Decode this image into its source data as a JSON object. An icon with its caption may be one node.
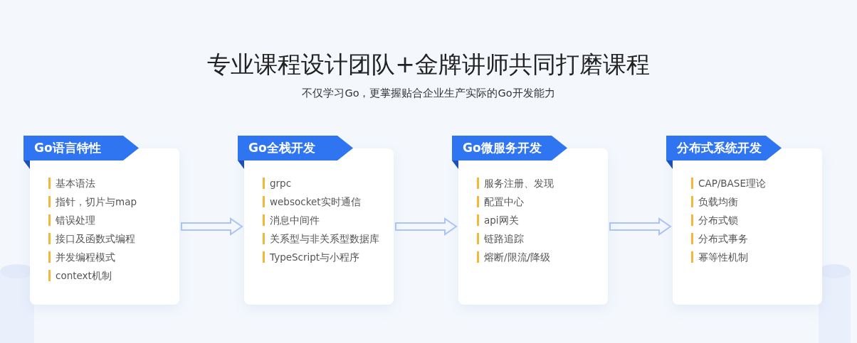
{
  "diagram": {
    "title": "专业课程设计团队+金牌讲师共同打磨课程",
    "nodes": [
      {
        "text": [
          "Go语言特性",
          "基本语法",
          "指针，切片与map",
          "错误处理",
          "接口及函数式编程",
          "并发编程模式",
          "context机制"
        ]
      },
      {
        "text": [
          "Go全栈开发",
          "grpc",
          "websocket实时通信",
          "消息中间件",
          "关系型与非关系型数据库",
          "TypeScript与小程序"
        ]
      },
      {
        "text": [
          "Go微服务开发",
          "服务注册、发现",
          "配置中心",
          "api网关",
          "链路追踪",
          "熔断/限流/降级"
        ]
      },
      {
        "text": [
          "分布式系统开发",
          "CAP/BASE理论",
          "负载均衡",
          "分布式锁",
          "分布式事务",
          "幂等性机制"
        ]
      }
    ],
    "edges": [
      {
        "from": 0,
        "to": 1,
        "arrow": "to"
      },
      {
        "from": 1,
        "to": 2,
        "arrow": "to"
      },
      {
        "from": 2,
        "to": 3,
        "arrow": "to"
      }
    ],
    "labels": [
      "不仅学习Go，更掌握贴合企业生产实际的Go开发能力"
    ]
  }
}
